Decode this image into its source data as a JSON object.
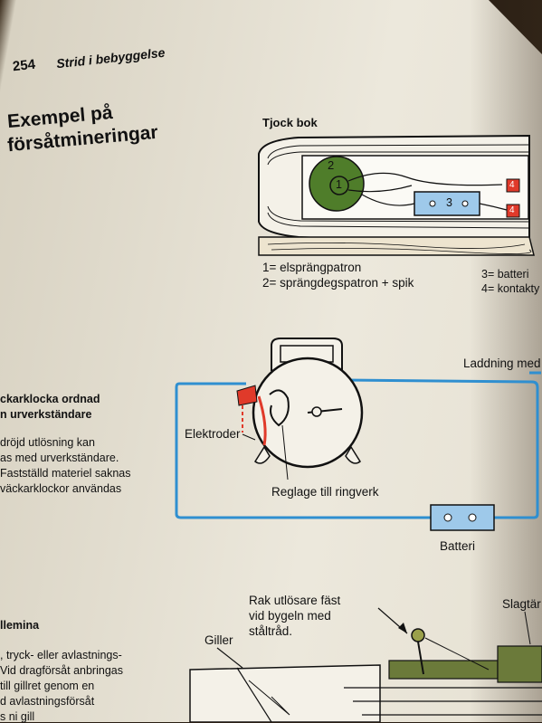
{
  "header": {
    "page_number": "254",
    "chapter": "Strid i bebyggelse"
  },
  "heading": {
    "line1": "Exempel på",
    "line2": "försåtmineringar"
  },
  "book_figure": {
    "title": "Tjock bok",
    "legend_left": [
      "1= elsprängpatron",
      "2= sprängdegspatron + spik"
    ],
    "legend_right": [
      "3= batteri",
      "4= kontakty"
    ],
    "circle_label_1": "1",
    "circle_label_2": "2",
    "battery_label": "3",
    "contact_label": "4"
  },
  "clock_section": {
    "title_lines": [
      "ckarklocka ordnad",
      "n urverkständare"
    ],
    "body_lines": [
      "dröjd utlösning kan",
      "as med urverkständare.",
      "Fastställd materiel saknas",
      "väckarklockor användas"
    ],
    "label_elektroder": "Elektroder",
    "label_reglage": "Reglage till ringverk",
    "label_batteri": "Batteri",
    "label_laddning": "Laddning med"
  },
  "bottom_section": {
    "title": "llemina",
    "body_lines": [
      ", tryck-  eller avlastnings-",
      "Vid dragförsåt anbringas",
      "till gillret genom en",
      "d avlastningsförsåt",
      "s ni gill"
    ],
    "label_rak": [
      "Rak utlösare fäst",
      "vid bygeln med",
      "ståltråd."
    ],
    "label_slagtar": "Slagtär",
    "label_giller": "Giller"
  },
  "colors": {
    "green": "#4f7d2a",
    "blue_box": "#9ec9ea",
    "red": "#e03a2a",
    "wire_blue": "#2f8fd0"
  }
}
